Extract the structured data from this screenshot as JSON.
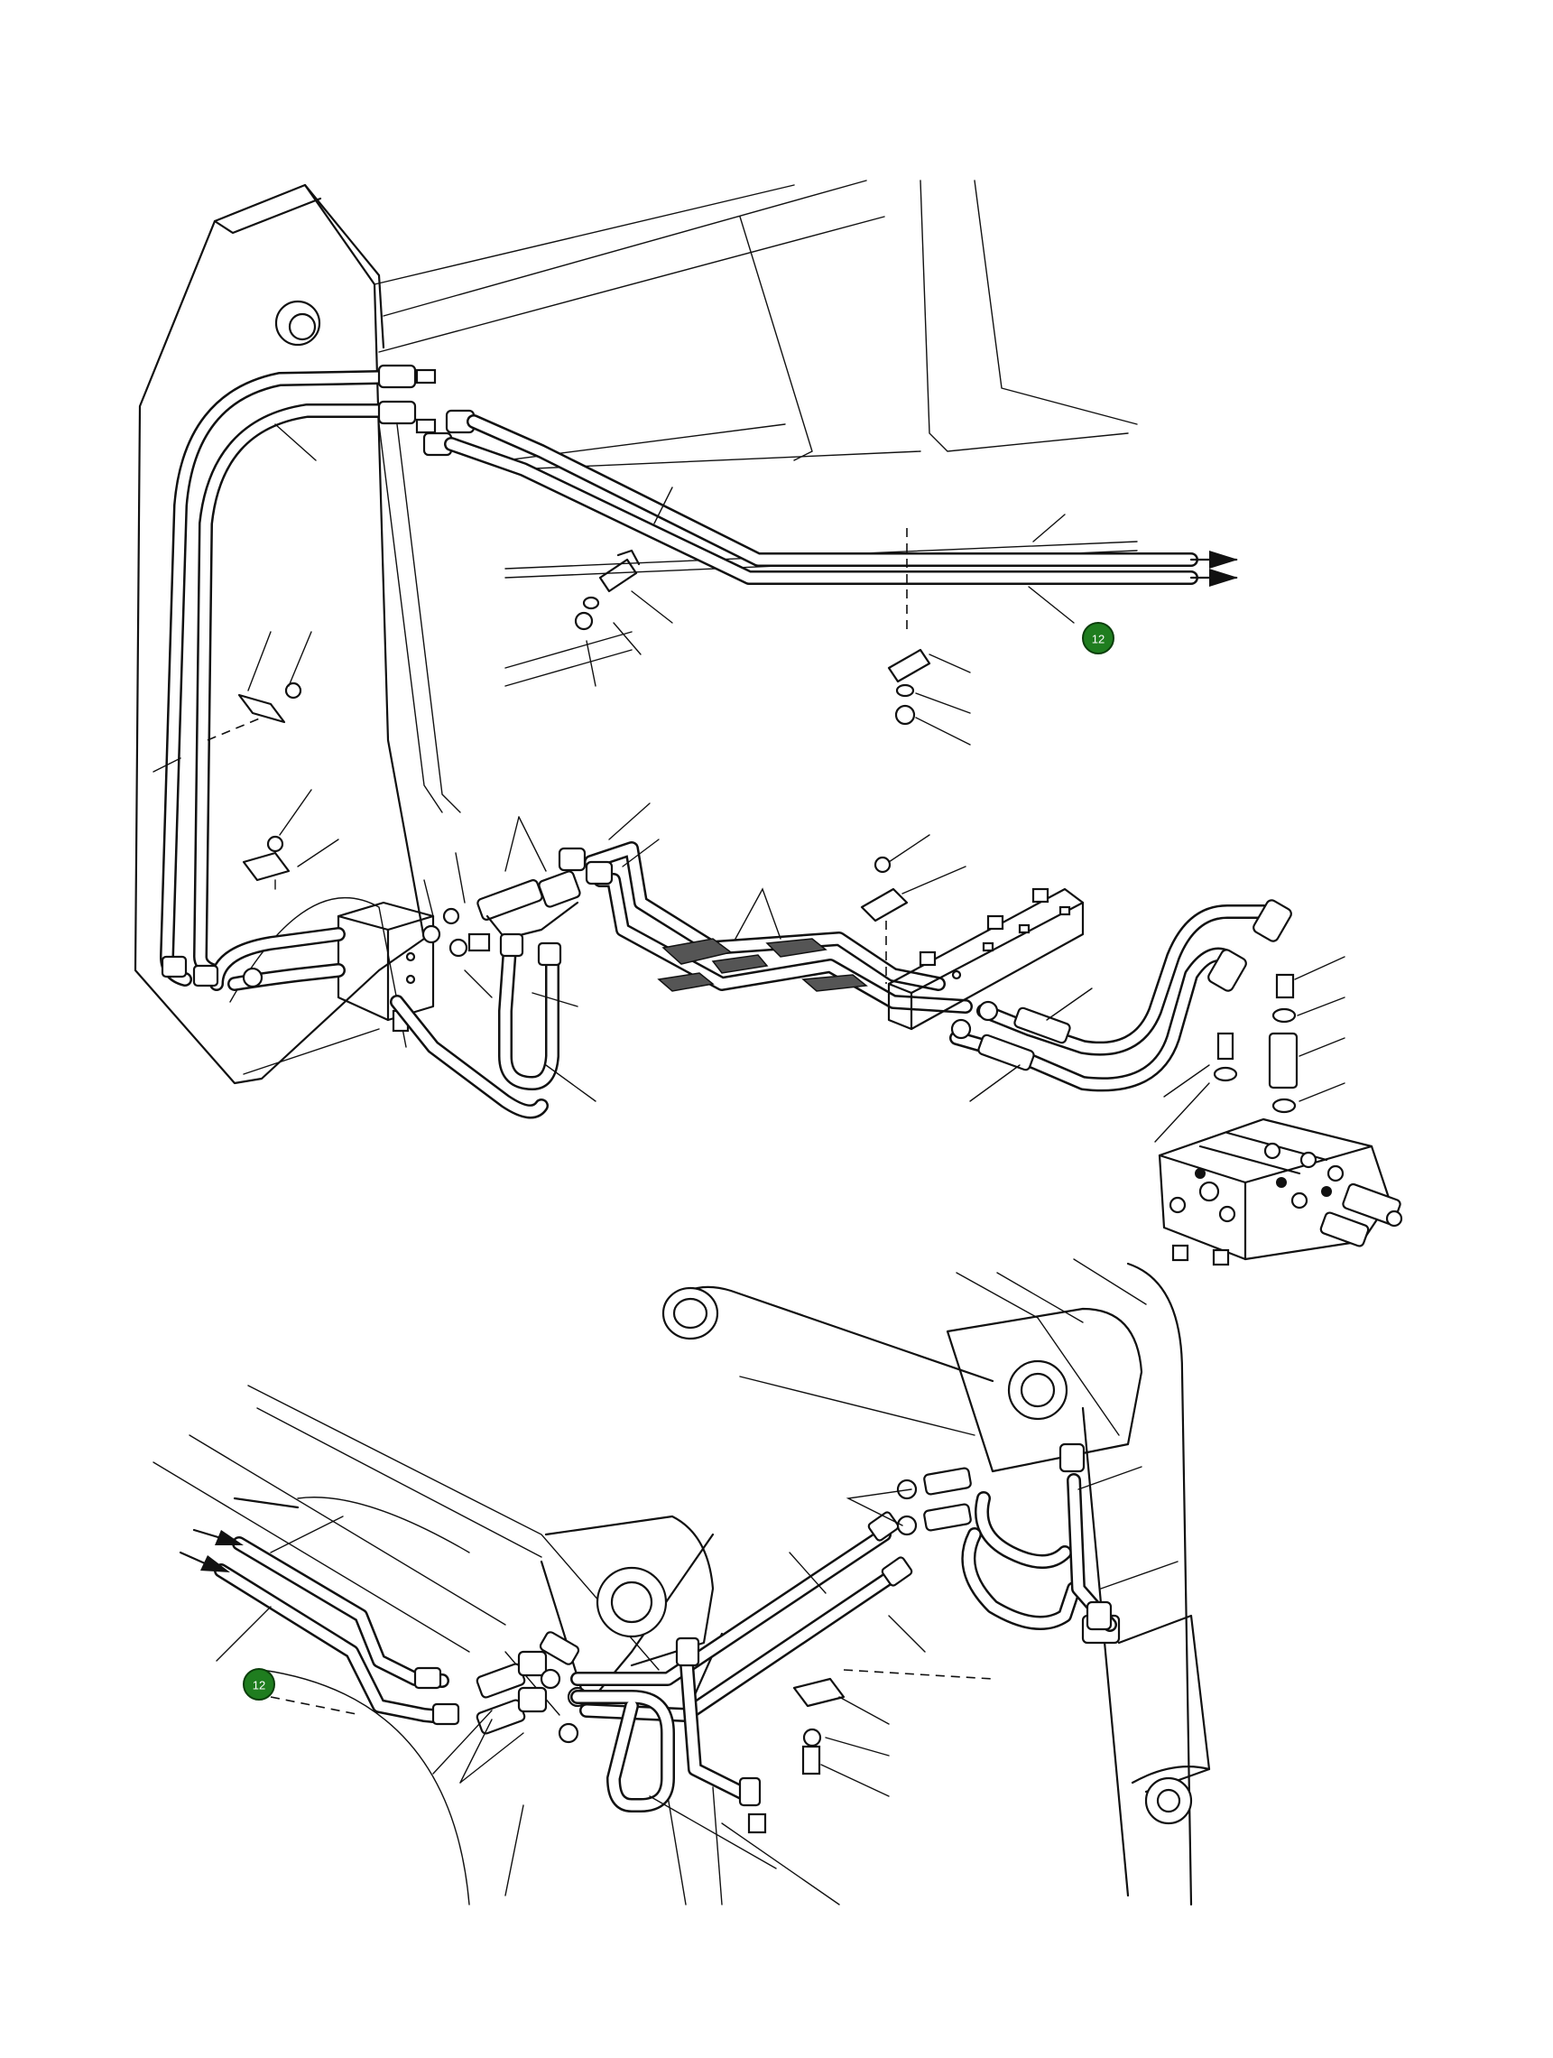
{
  "callouts": [
    {
      "id": "callout-top",
      "label": "12"
    },
    {
      "id": "callout-bottom",
      "label": "12"
    }
  ],
  "colors": {
    "callout_fill": "#1f7d1f",
    "line": "#111111",
    "background": "#ffffff"
  }
}
